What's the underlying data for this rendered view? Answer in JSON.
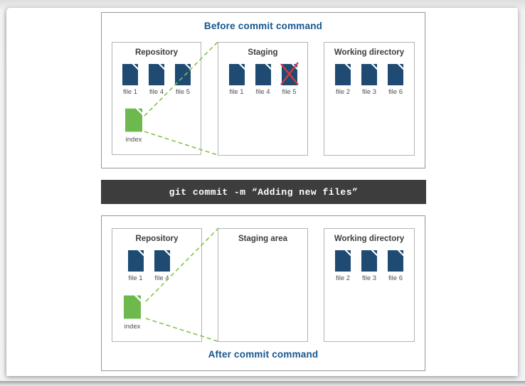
{
  "command_bar": {
    "text": "git commit -m “Adding new files”"
  },
  "sections": [
    {
      "title": "Before commit command",
      "boxes": [
        {
          "label": "Repository",
          "files": [
            {
              "label": "file 1"
            },
            {
              "label": "file 4"
            },
            {
              "label": "file 5"
            }
          ],
          "index": {
            "label": "index"
          }
        },
        {
          "label": "Staging",
          "files": [
            {
              "label": "file 1"
            },
            {
              "label": "file 4"
            },
            {
              "label": "file 5",
              "crossed": true
            }
          ]
        },
        {
          "label": "Working directory",
          "files": [
            {
              "label": "file 2"
            },
            {
              "label": "file 3"
            },
            {
              "label": "file 6"
            }
          ]
        }
      ]
    },
    {
      "title": "After commit command",
      "boxes": [
        {
          "label": "Repository",
          "files": [
            {
              "label": "file 1"
            },
            {
              "label": "file 4"
            }
          ],
          "index": {
            "label": "index"
          }
        },
        {
          "label": "Staging area",
          "files": []
        },
        {
          "label": "Working directory",
          "files": [
            {
              "label": "file 2"
            },
            {
              "label": "file 3"
            },
            {
              "label": "file 6"
            }
          ]
        }
      ]
    }
  ],
  "colors": {
    "file_blue": "#1f4b73",
    "index_green": "#6eb94d",
    "title_blue": "#15568d",
    "cross_red": "#d93a3e",
    "connector_green": "#7ec352",
    "command_bg": "#3d3d3d"
  }
}
